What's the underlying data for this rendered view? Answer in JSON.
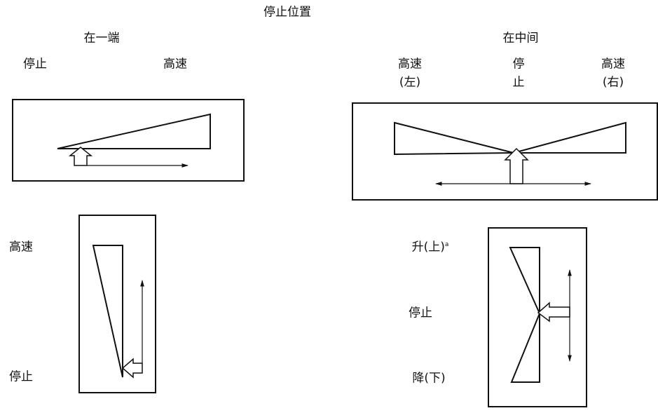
{
  "title": "停止位置",
  "left_section": {
    "heading": "在一端",
    "horizontal": {
      "stop_label": "停止",
      "high_label": "高速"
    },
    "vertical": {
      "high_label": "高速",
      "stop_label": "停止"
    }
  },
  "right_section": {
    "heading": "在中间",
    "horizontal": {
      "high_left_1": "高速",
      "high_left_2": "(左)",
      "stop_1": "停",
      "stop_2": "止",
      "high_right_1": "高速",
      "high_right_2": "(右)"
    },
    "vertical": {
      "up_label": "升(上)",
      "up_note": "a",
      "stop_label": "停止",
      "down_label": "降(下)"
    }
  }
}
